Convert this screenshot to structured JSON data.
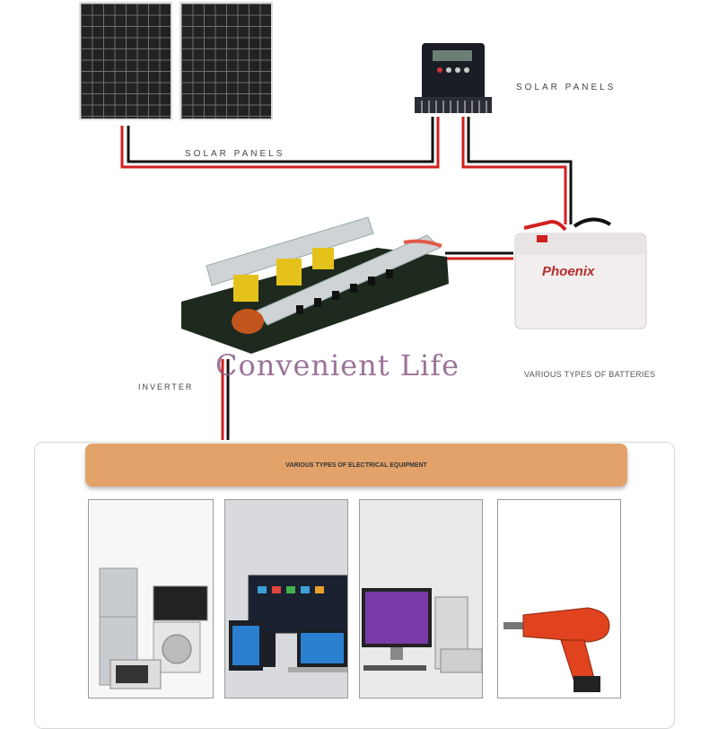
{
  "labels": {
    "solar_panels_bottom": "SOLAR PANELS",
    "solar_panels_right": "SOLAR PANELS",
    "inverter": "INVERTER",
    "batteries": "VARIOUS TYPES OF BATTERIES",
    "equipment_bar": "VARIOUS TYPES OF ELECTRICAL EQUIPMENT"
  },
  "watermark": "Convenient Life",
  "battery_brand": "Phoenix",
  "colors": {
    "wire_red": "#d11f1f",
    "wire_black": "#111111",
    "equipment_bar": "#e2a26a",
    "panel_cell": "#222222"
  },
  "equipment_icons": [
    "appliances-icon",
    "tablet-devices-icon",
    "desktop-computer-icon",
    "power-drill-icon"
  ]
}
